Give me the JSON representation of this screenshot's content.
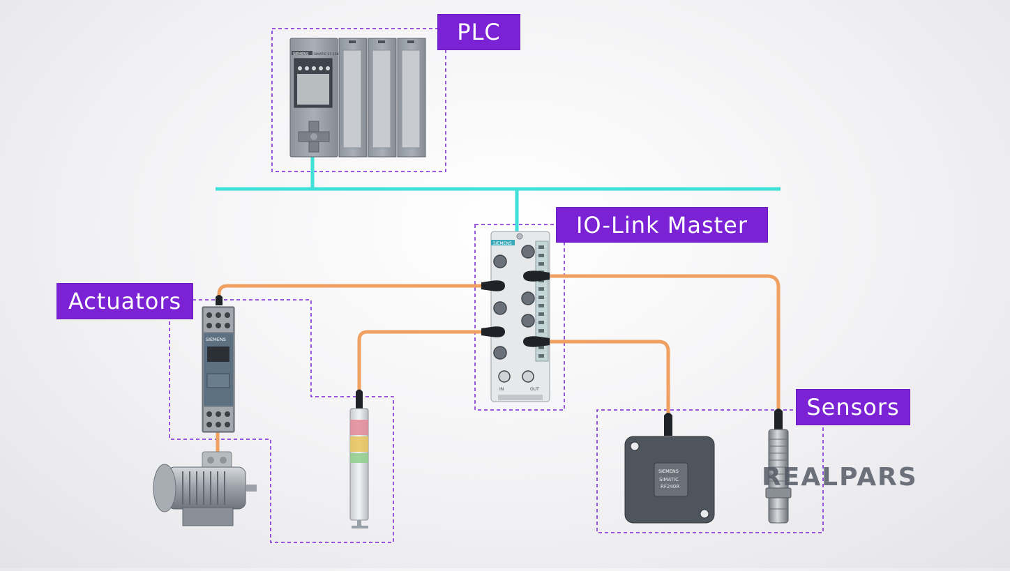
{
  "labels": {
    "plc": "PLC",
    "io_link_master": "IO-Link Master",
    "actuators": "Actuators",
    "sensors": "Sensors"
  },
  "devices": {
    "plc_brand": "SIEMENS",
    "plc_model": "SIMATIC S7-1500",
    "master_brand": "SIEMENS",
    "master_port_in": "IN",
    "master_port_out": "OUT",
    "drive_brand": "SIEMENS",
    "rfid_brand": "SIEMENS",
    "rfid_model_line1": "SIMATIC",
    "rfid_model_line2": "RF240R"
  },
  "watermark": "REALPARS",
  "colors": {
    "label_bg": "#7a22d4",
    "bus_line": "#3ee0d8",
    "io_cable": "#f0a060",
    "dashed_outline": "#7a22d4"
  }
}
